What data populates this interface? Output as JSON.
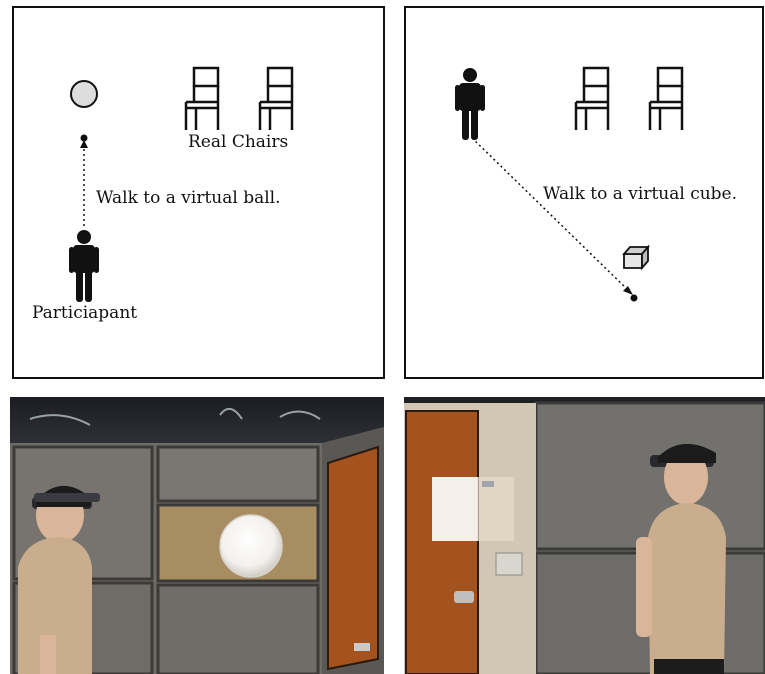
{
  "diagram_left": {
    "instruction": "Walk to a virtual ball.",
    "chairs_label": "Real Chairs",
    "participant_label": "Particiapant"
  },
  "diagram_right": {
    "instruction": "Walk to a virtual cube."
  },
  "icons": {
    "person": "person-icon",
    "chair": "chair-icon",
    "ball": "ball-icon",
    "cube": "cube-icon"
  },
  "colors": {
    "wall_gray": "#6e6b66",
    "door_orange": "#a4521e",
    "shirt_beige": "#c9ad8c",
    "ball_fill": "#dddddd"
  }
}
